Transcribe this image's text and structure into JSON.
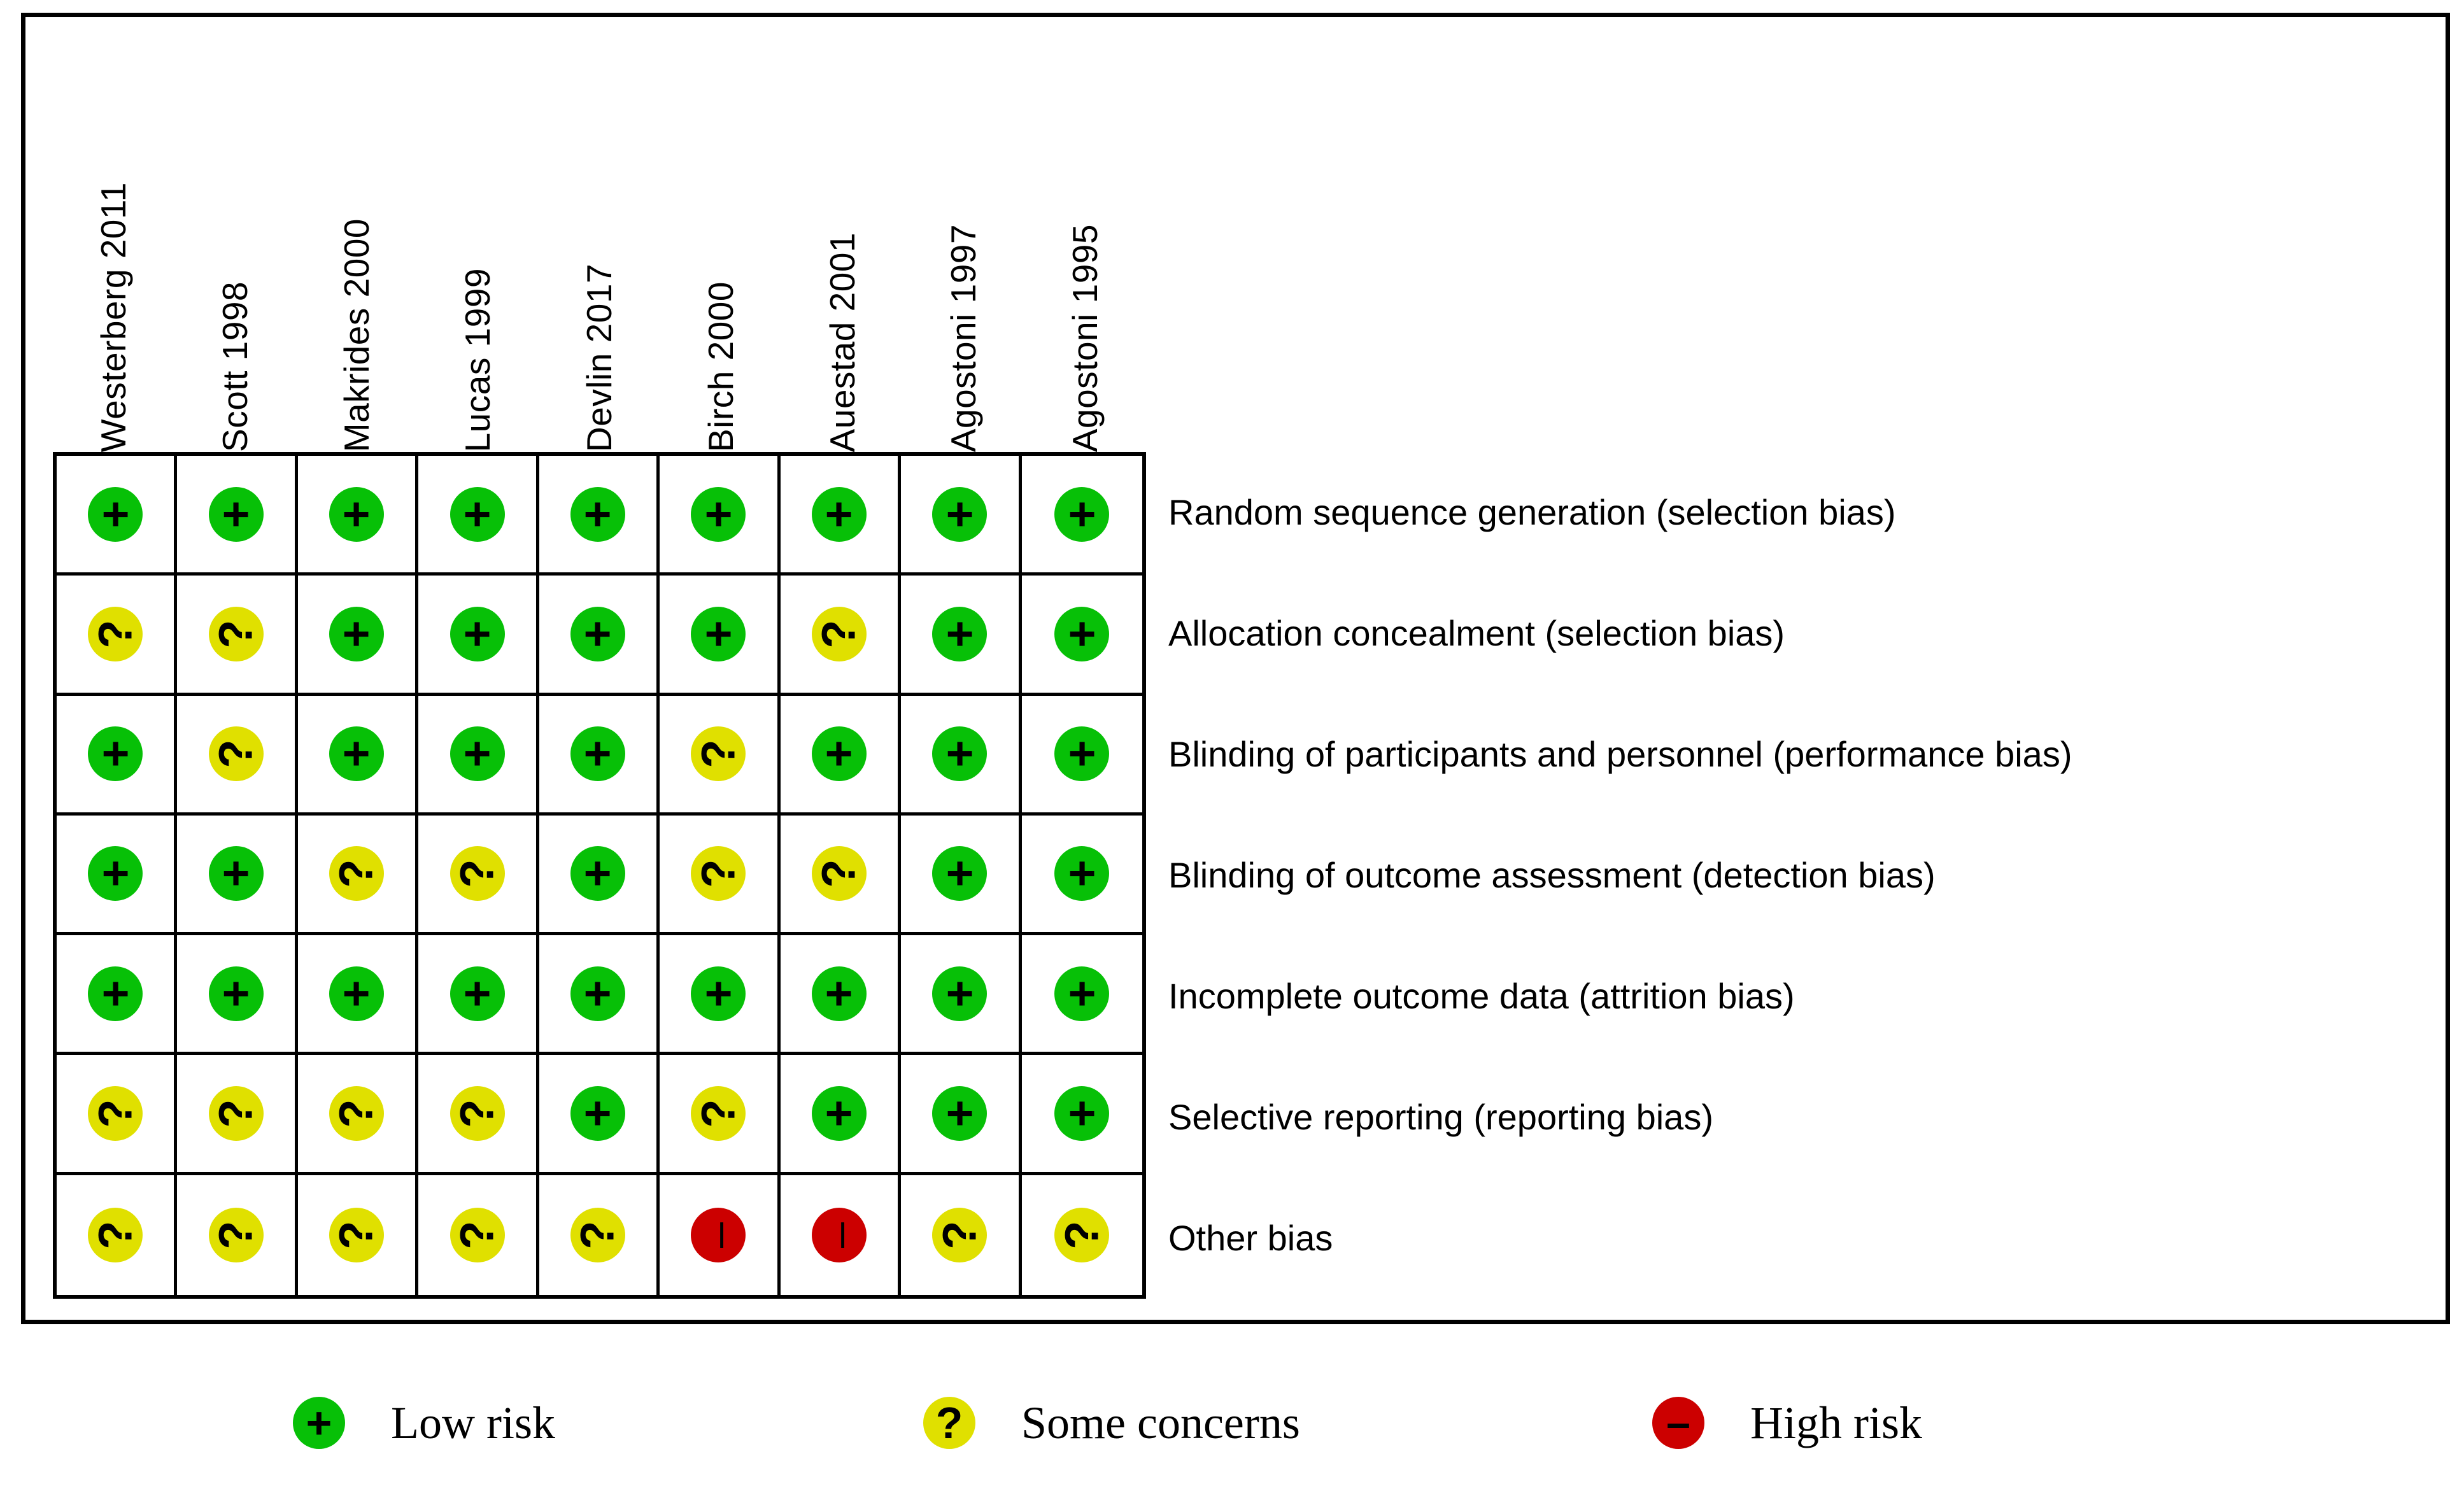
{
  "figure": {
    "type": "risk-of-bias-summary",
    "colors": {
      "low_risk": "#07c007",
      "some_concerns": "#e0e000",
      "high_risk": "#cc0000",
      "grid_line": "#000000",
      "background": "#ffffff"
    }
  },
  "studies": [
    "Westerberg 2011",
    "Scott 1998",
    "Makrides 2000",
    "Lucas 1999",
    "Devlin 2017",
    "Birch 2000",
    "Auestad 2001",
    "Agostoni 1997",
    "Agostoni 1995"
  ],
  "domains": [
    "Random sequence generation (selection bias)",
    "Allocation concealment (selection bias)",
    "Blinding of participants and personnel (performance bias)",
    "Blinding of outcome assessment (detection bias)",
    "Incomplete outcome data (attrition bias)",
    "Selective reporting (reporting bias)",
    "Other bias"
  ],
  "glyphs": {
    "low": "+",
    "some": "?",
    "high": "–"
  },
  "legend": [
    {
      "key": "low",
      "glyph": "+",
      "label": "Low risk"
    },
    {
      "key": "some",
      "glyph": "?",
      "label": "Some concerns"
    },
    {
      "key": "high",
      "glyph": "–",
      "label": "High risk"
    }
  ],
  "chart_data": {
    "type": "heatmap",
    "title": "",
    "xlabel": "",
    "ylabel": "",
    "categories": [
      "Westerberg 2011",
      "Scott 1998",
      "Makrides 2000",
      "Lucas 1999",
      "Devlin 2017",
      "Birch 2000",
      "Auestad 2001",
      "Agostoni 1997",
      "Agostoni 1995"
    ],
    "rows": [
      "Random sequence generation (selection bias)",
      "Allocation concealment (selection bias)",
      "Blinding of participants and personnel (performance bias)",
      "Blinding of outcome assessment (detection bias)",
      "Incomplete outcome data (attrition bias)",
      "Selective reporting (reporting bias)",
      "Other bias"
    ],
    "value_levels": [
      "low",
      "some",
      "high"
    ],
    "value_labels": {
      "low": "Low risk",
      "some": "Some concerns",
      "high": "High risk"
    },
    "legend_position": "bottom",
    "grid": true,
    "values": [
      [
        "low",
        "low",
        "low",
        "low",
        "low",
        "low",
        "low",
        "low",
        "low"
      ],
      [
        "some",
        "some",
        "low",
        "low",
        "low",
        "low",
        "some",
        "low",
        "low"
      ],
      [
        "low",
        "some",
        "low",
        "low",
        "low",
        "some",
        "low",
        "low",
        "low"
      ],
      [
        "low",
        "low",
        "some",
        "some",
        "low",
        "some",
        "some",
        "low",
        "low"
      ],
      [
        "low",
        "low",
        "low",
        "low",
        "low",
        "low",
        "low",
        "low",
        "low"
      ],
      [
        "some",
        "some",
        "some",
        "some",
        "low",
        "some",
        "low",
        "low",
        "low"
      ],
      [
        "some",
        "some",
        "some",
        "some",
        "some",
        "high",
        "high",
        "some",
        "some"
      ]
    ]
  }
}
